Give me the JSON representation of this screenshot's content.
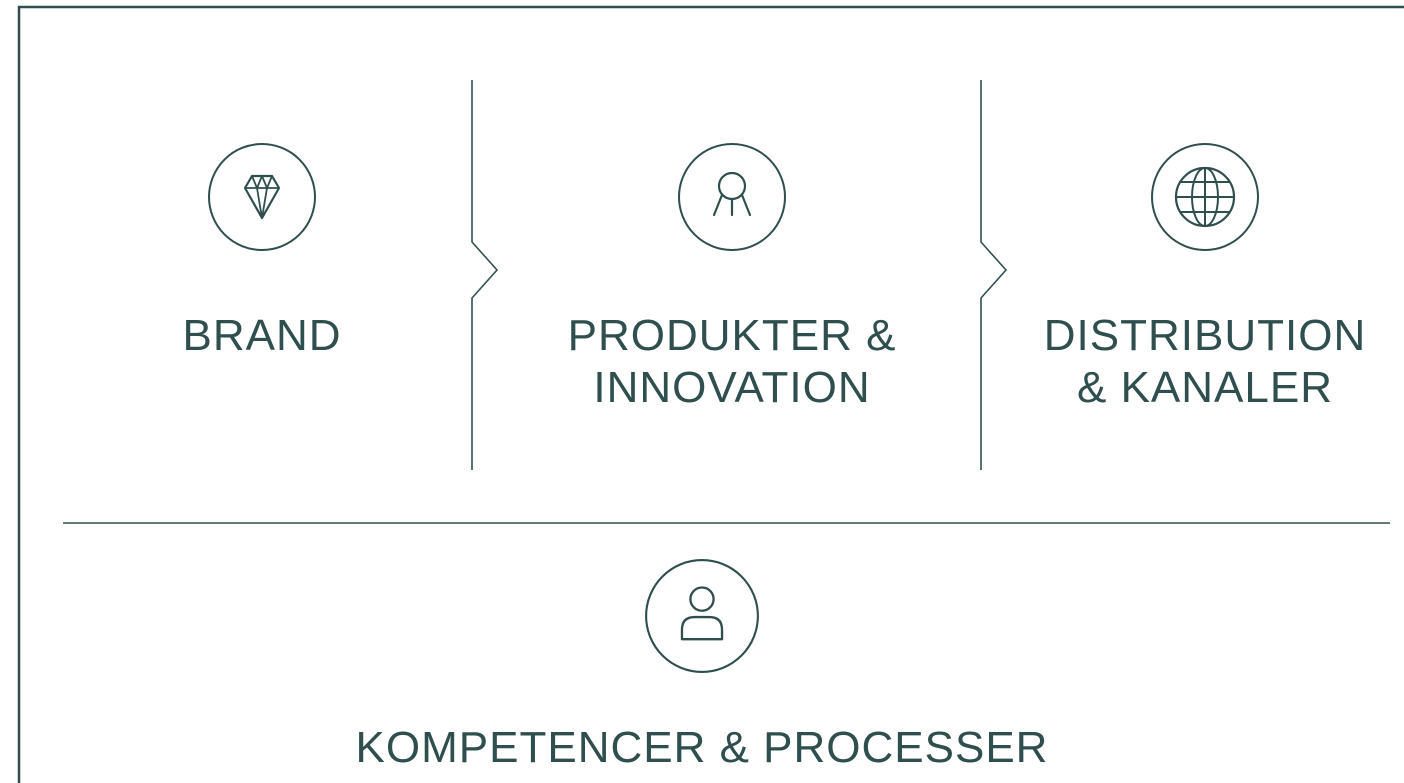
{
  "colors": {
    "primary": "#2f4f4f",
    "background": "#ffffff"
  },
  "pillars": [
    {
      "icon": "diamond-icon",
      "lines": [
        "BRAND"
      ]
    },
    {
      "icon": "lamp-icon",
      "lines": [
        "PRODUKTER &",
        "INNOVATION"
      ]
    },
    {
      "icon": "globe-icon",
      "lines": [
        "DISTRIBUTION",
        "& KANALER"
      ]
    }
  ],
  "foundation": {
    "icon": "person-icon",
    "label": "KOMPETENCER & PROCESSER"
  }
}
